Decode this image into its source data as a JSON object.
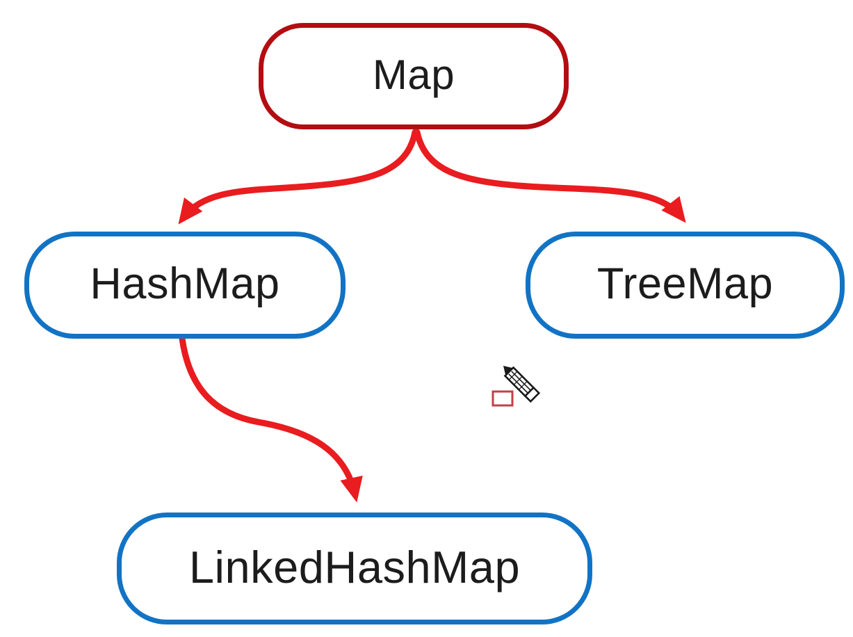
{
  "app": {
    "kind": "whiteboard-drawing",
    "cursor_tool": "pencil"
  },
  "diagram": {
    "nodes": [
      {
        "id": "map",
        "label": "Map",
        "level": "root"
      },
      {
        "id": "hashmap",
        "label": "HashMap",
        "level": "child"
      },
      {
        "id": "treemap",
        "label": "TreeMap",
        "level": "child"
      },
      {
        "id": "linkedhashmap",
        "label": "LinkedHashMap",
        "level": "child"
      }
    ],
    "edges": [
      {
        "from": "map",
        "to": "hashmap"
      },
      {
        "from": "map",
        "to": "treemap"
      },
      {
        "from": "hashmap",
        "to": "linkedhashmap"
      }
    ]
  },
  "cursor": {
    "icon": "pencil",
    "swatch_shape": "rectangle-outline"
  },
  "colors": {
    "root_border": "#b30d12",
    "child_border": "#1273c4",
    "arrow": "#e91c1f",
    "text": "#1c1c1c",
    "swatch_border": "#c24048",
    "pencil_outline": "#1a1a1a",
    "background": "#ffffff"
  }
}
